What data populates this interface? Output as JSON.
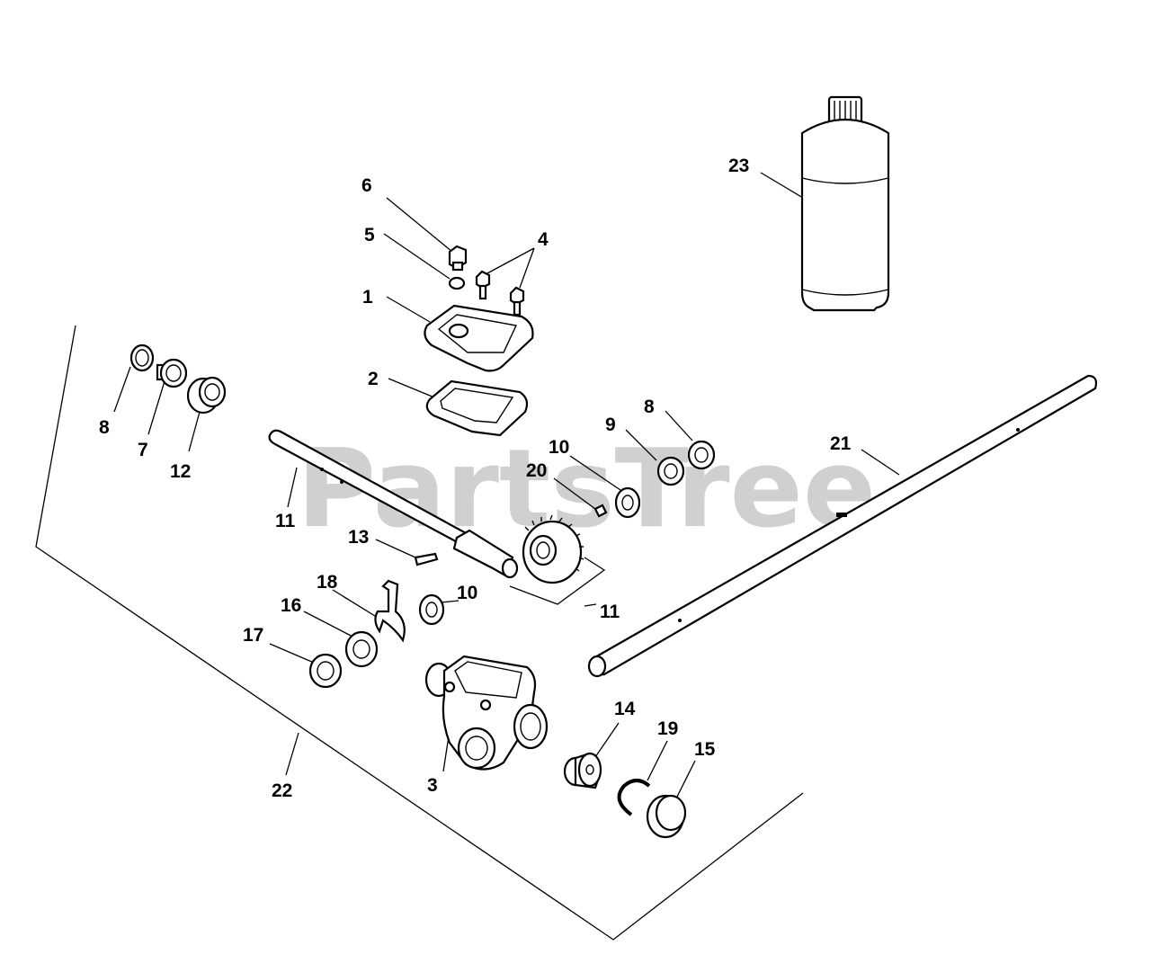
{
  "watermark": "PartsTree",
  "callouts": [
    "1",
    "2",
    "3",
    "4",
    "5",
    "6",
    "7",
    "8",
    "8",
    "9",
    "10",
    "10",
    "11",
    "11",
    "11",
    "12",
    "13",
    "14",
    "15",
    "16",
    "17",
    "18",
    "19",
    "20",
    "21",
    "22",
    "23"
  ]
}
